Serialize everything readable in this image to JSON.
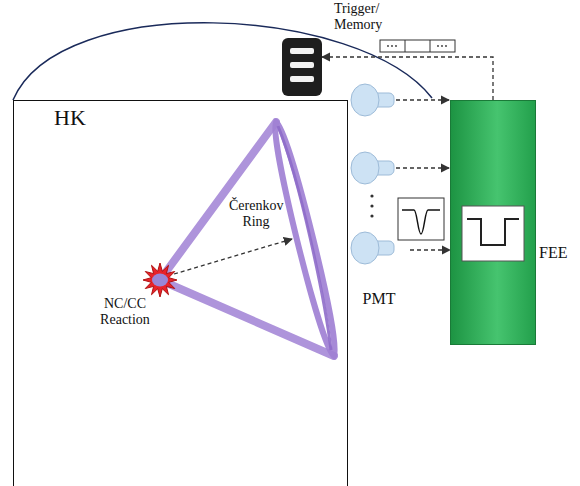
{
  "diagram": {
    "nodes": [
      {
        "text": [
          "HK"
        ]
      },
      {
        "text": [
          "PMT"
        ]
      },
      {
        "text": [
          "FEE"
        ]
      },
      {
        "text": [
          "Trigger/ Memory"
        ]
      }
    ],
    "edges": [
      {
        "from": 1,
        "to": 2,
        "arrow": "to"
      },
      {
        "from": 2,
        "to": 3,
        "arrow": "to"
      }
    ],
    "labels": [
      "Čerenkov Ring",
      "NC/CC Reaction"
    ]
  }
}
